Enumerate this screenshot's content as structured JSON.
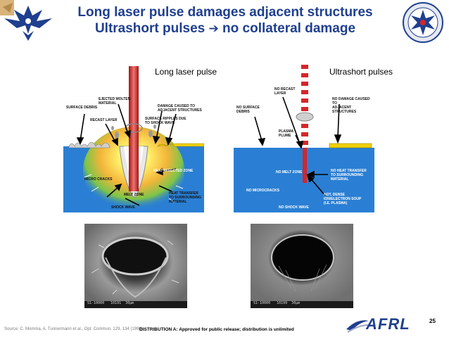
{
  "slide": {
    "title_line1": "Long laser pulse damages adjacent structures",
    "title_line2_text": "Ultrashort pulses",
    "title_line2_arrow": "➔",
    "title_line2_tail": "no collateral damage",
    "page_number": "25",
    "source": "Source: C. Momma, A. Tunnermann et al., Opt. Commun. 129, 134 (1996)",
    "distribution": "DISTRIBUTION A: Approved for public release; distribution is unlimited",
    "logo_right_text": "AFRL"
  },
  "left_panel": {
    "caption": "Long laser pulse",
    "labels": {
      "surface_debris": "Surface debris",
      "ejected_molten": "Ejected molten\nmaterial",
      "recast_layer": "Recast layer",
      "damage_adjacent": "Damage caused to\nadjacent structures",
      "surface_ripples": "Surface ripples due\nto shock wave",
      "heat_affected": "Heat affected zone",
      "micro_cracks": "Micro cracks",
      "melt_zone": "Melt zone",
      "heat_transfer": "Heat transfer\nto surrounding\nmaterial",
      "shock_wave": "Shock wave"
    }
  },
  "right_panel": {
    "caption": "Ultrashort pulses",
    "labels": {
      "no_recast": "No recast\nlayer",
      "no_debris": "No surface\ndebris",
      "no_damage": "No damage caused to\nadjacent structures",
      "plasma_plume": "Plasma\nplume",
      "no_melt": "No melt zone",
      "no_heat_transfer": "No heat transfer\nto surrounding material",
      "no_microcracks": "No microcracks",
      "hot_dense": "Hot, dense\nion/electron soup\n(i.e. plasma)",
      "no_shock": "No shock wave"
    }
  },
  "sem_left": {
    "caption": "S1-10000   10191  30μm"
  },
  "sem_right": {
    "caption": "S1-10000   10199  30μm"
  },
  "colors": {
    "title": "#1f3f8f",
    "material_blue": "#2a7fd4",
    "laser_red": "#d6262a",
    "gold": "#f0d000"
  }
}
